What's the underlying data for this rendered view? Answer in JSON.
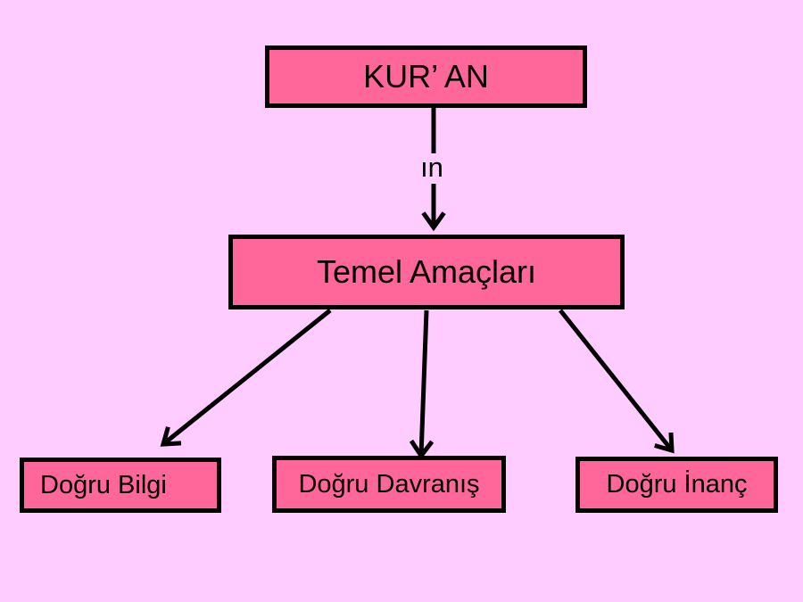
{
  "colors": {
    "background": "#FFCCFF",
    "box_fill": "#FF6699",
    "border": "#000000",
    "arrow": "#000000"
  },
  "root": {
    "label": "KUR’ AN"
  },
  "connector": {
    "label": "ın"
  },
  "middle": {
    "label": "Temel Amaçları"
  },
  "children": [
    {
      "label": "Doğru Bilgi"
    },
    {
      "label": "Doğru Davranış"
    },
    {
      "label": "Doğru İnanç"
    }
  ]
}
